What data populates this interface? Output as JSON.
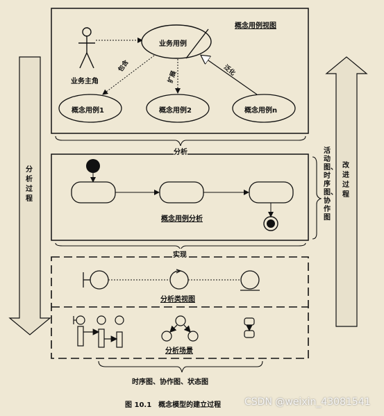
{
  "top_box": {
    "title": "概念用例视图",
    "actor_label": "业务主角",
    "main_usecase": "业务用例",
    "usecase_1": "概念用例1",
    "usecase_2": "概念用例2",
    "usecase_n": "概念用例n",
    "rel_include": "包含",
    "rel_extend": "扩展",
    "rel_generalize": "泛化"
  },
  "middle_box": {
    "title": "概念用例分析",
    "side_label": "活动图、时序图、协作图"
  },
  "bottom_box": {
    "class_view": "分析类视图",
    "scenario": "分析场景"
  },
  "connectors": {
    "analyze": "分析",
    "realize": "实现",
    "bottom_caption": "时序图、协作图、状态图"
  },
  "side_arrows": {
    "left": "分析过程",
    "right": "改进过程"
  },
  "caption": {
    "figure": "图 10.1　概念模型的建立过程",
    "watermark": "CSDN @weixin_43081541"
  }
}
